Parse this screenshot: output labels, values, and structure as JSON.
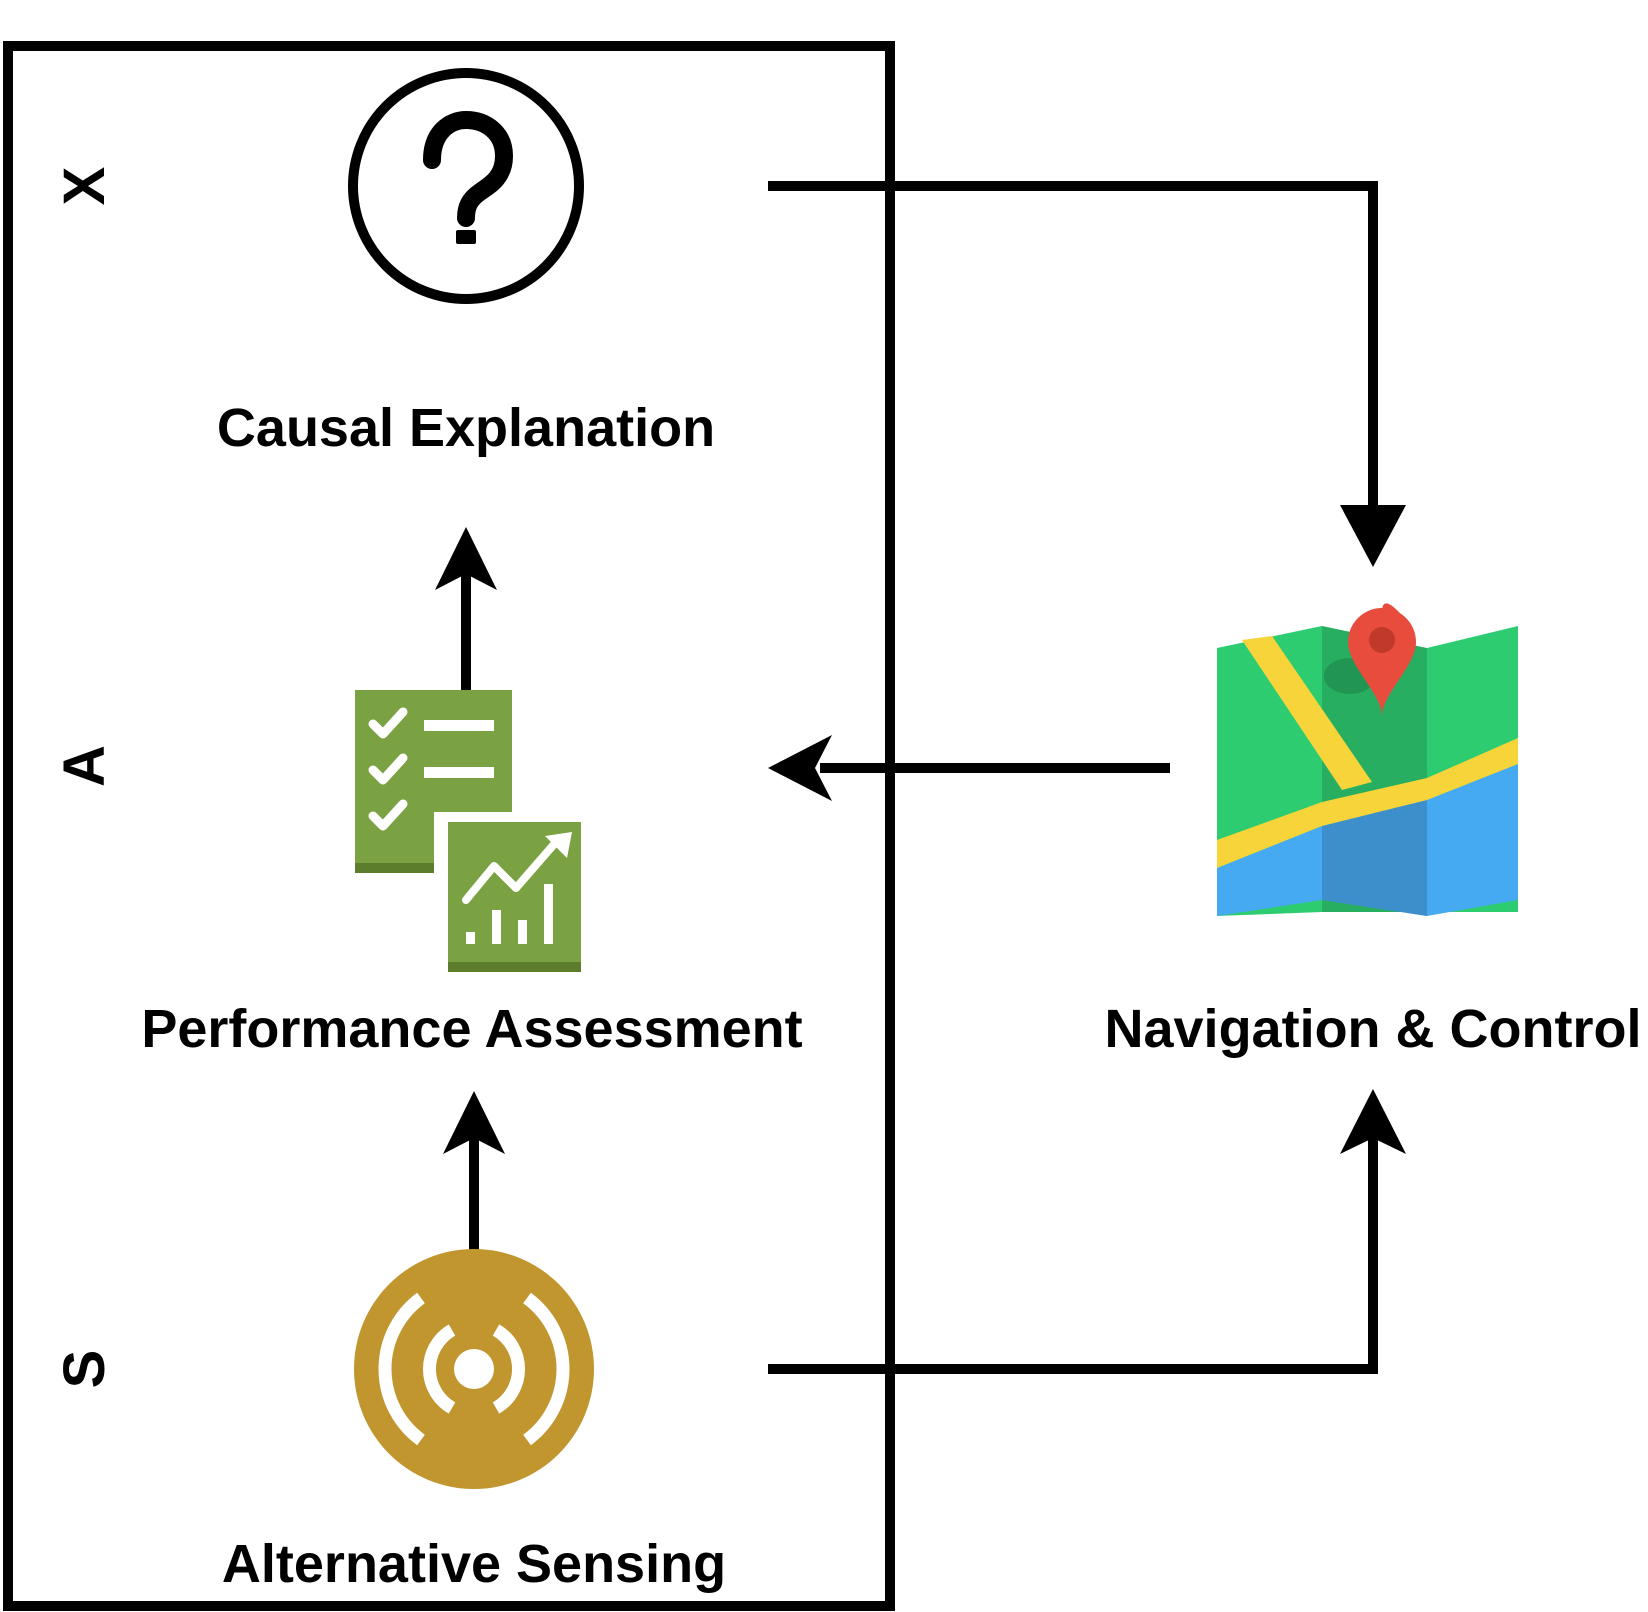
{
  "frame": {
    "layer_labels": {
      "x": "X",
      "a": "A",
      "s": "S"
    }
  },
  "nodes": {
    "causal_explanation": {
      "label": "Causal Explanation",
      "icon": "question-circle-icon"
    },
    "performance_assessment": {
      "label": "Performance Assessment",
      "icon": "checklist-chart-icon"
    },
    "alternative_sensing": {
      "label": "Alternative Sensing",
      "icon": "sensor-signal-icon"
    },
    "navigation_control": {
      "label": "Navigation & Control",
      "icon": "map-pin-icon"
    }
  },
  "edges": [
    {
      "from": "Alternative Sensing",
      "to": "Performance Assessment"
    },
    {
      "from": "Performance Assessment",
      "to": "Causal Explanation"
    },
    {
      "from": "Causal Explanation",
      "to": "Navigation & Control"
    },
    {
      "from": "Navigation & Control",
      "to": "Performance Assessment"
    },
    {
      "from": "Alternative Sensing",
      "to": "Navigation & Control"
    }
  ],
  "colors": {
    "stroke": "#000000",
    "checklist_green": "#7AA243",
    "checklist_dark": "#5B7D2C",
    "sensor_gold": "#C1962F",
    "map_green": "#2ECC71",
    "map_blue": "#45AAF2",
    "map_yellow": "#F7D43A",
    "pin_red": "#E74C3C"
  }
}
